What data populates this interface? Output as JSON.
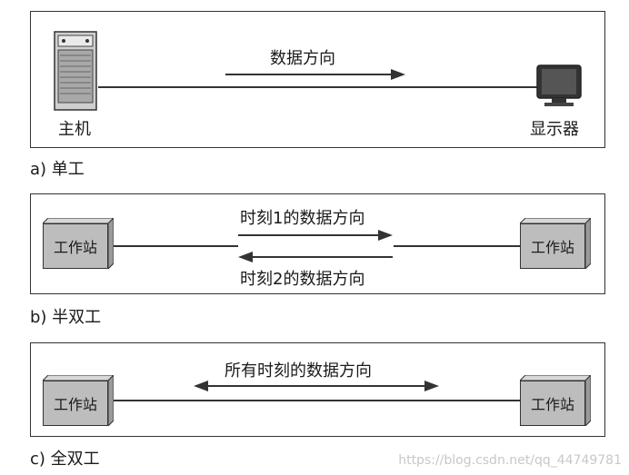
{
  "panel_a": {
    "host_label": "主机",
    "monitor_label": "显示器",
    "direction_label": "数据方向",
    "caption": "a) 单工"
  },
  "panel_b": {
    "left_station": "工作站",
    "right_station": "工作站",
    "time1_label": "时刻1的数据方向",
    "time2_label": "时刻2的数据方向",
    "caption": "b) 半双工"
  },
  "panel_c": {
    "left_station": "工作站",
    "right_station": "工作站",
    "all_time_label": "所有时刻的数据方向",
    "caption": "c) 全双工"
  },
  "watermark": "https://blog.csdn.net/qq_44749781"
}
